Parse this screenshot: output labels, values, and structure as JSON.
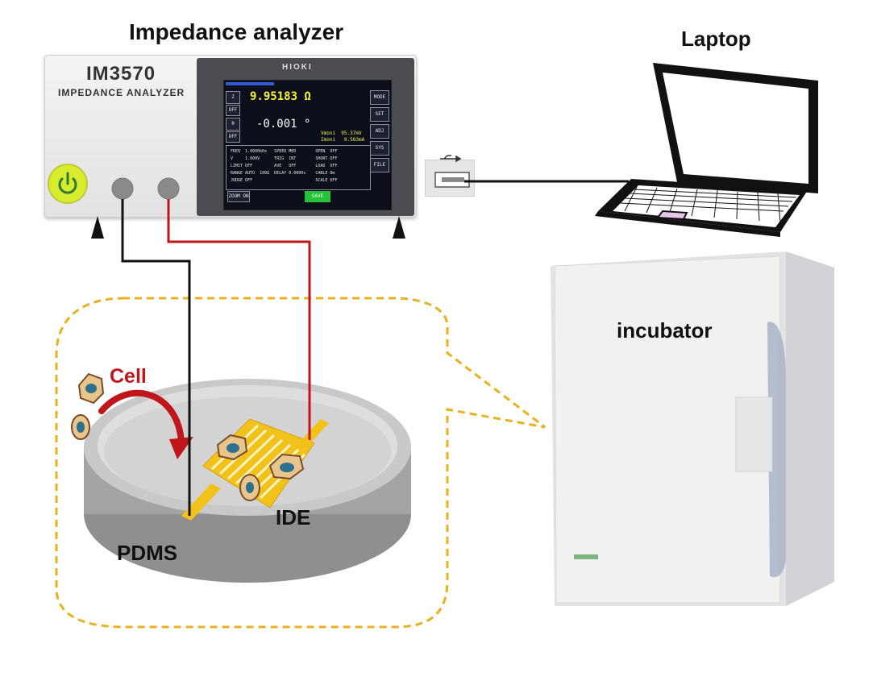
{
  "titles": {
    "analyzer": "Impedance analyzer",
    "laptop": "Laptop"
  },
  "analyzer": {
    "model": "IM3570",
    "model_subtitle": "IMPEDANCE ANALYZER",
    "brand": "HIOKI",
    "screen": {
      "param1_label": "Z",
      "param1_value": "9.95183 Ω",
      "param2_label": "θ",
      "param2_value": "-0.001 °",
      "off_labels": [
        "OFF",
        "OFF"
      ],
      "vmon": "Vmoni  95.37mV",
      "imon": "Imoni   9.583mA",
      "settings": [
        "FREQ  1.0000kHz   SPEED MED        OPEN  OFF",
        "V     1.000V      TRIG  INT        SHORT OFF",
        "LIMIT OFF         AVE   OFF        LOAD  OFF",
        "RANGE AUTO  100Ω  DELAY 0.0000s    CABLE 0m",
        "JUDGE OFF                          SCALE OFF"
      ],
      "side_buttons": [
        "MODE",
        "SET",
        "ADJ",
        "SYS",
        "FILE"
      ],
      "zoom_label": "ZOOM ON",
      "save_label": "SAVE"
    },
    "power_icon": "power-icon"
  },
  "labels": {
    "incubator": "incubator",
    "cell": "Cell",
    "ide": "IDE",
    "pdms": "PDMS"
  },
  "colors": {
    "probe_black": "#111111",
    "probe_red": "#c0161b",
    "callout": "#e8b21e",
    "electrode": "#f2c21b",
    "power_button": "#d7ec2c"
  }
}
